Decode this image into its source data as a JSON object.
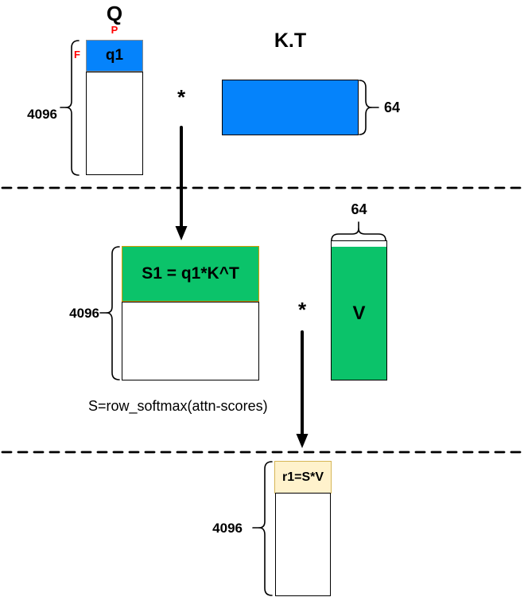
{
  "colors": {
    "blue": "#0583FB",
    "green": "#0BC36A",
    "green_border": "#D79B00",
    "cream": "#FFF2CC",
    "cream_border": "#D6B656",
    "red": "#FF0000"
  },
  "top_section": {
    "q_title": "Q",
    "p_label": "P",
    "f_label": "F",
    "q1_block_label": "q1",
    "q_rows": "4096",
    "multiply_op": "*",
    "kt_title": "K.T",
    "kt_cols": "64"
  },
  "middle_section": {
    "s1_block_label": "S1 = q1*K^T",
    "s_rows": "4096",
    "multiply_op": "*",
    "v_cols": "64",
    "v_block_label": "V",
    "softmax_note": "S=row_softmax(attn-scores)"
  },
  "bottom_section": {
    "r1_block_label": "r1=S*V",
    "r_rows": "4096"
  }
}
